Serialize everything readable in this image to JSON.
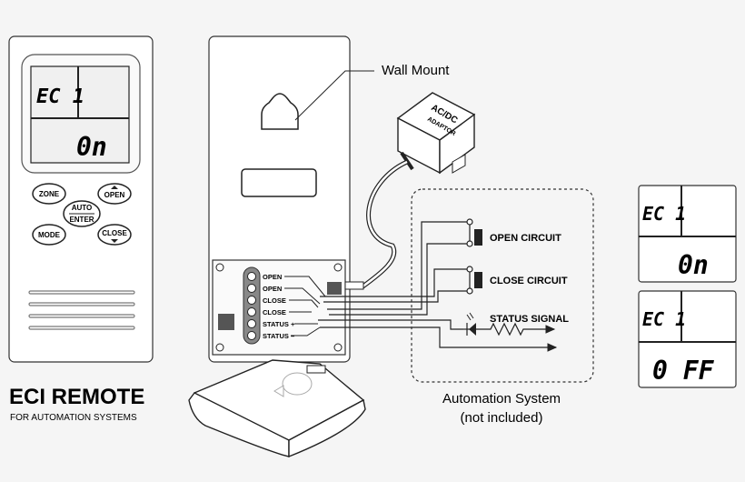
{
  "remote": {
    "display_top": "EC 1",
    "display_bottom": "0n",
    "buttons": {
      "zone": "ZONE",
      "open": "OPEN",
      "auto_line1": "AUTO",
      "auto_line2": "ENTER",
      "mode": "MODE",
      "close": "CLOSE"
    }
  },
  "caption": {
    "title": "ECI REMOTE",
    "subtitle": "FOR AUTOMATION SYSTEMS"
  },
  "wall_mount_label": "Wall Mount",
  "adaptor": {
    "line1": "AC/DC",
    "line2": "ADAPTOR"
  },
  "terminals": [
    "OPEN",
    "OPEN",
    "CLOSE",
    "CLOSE",
    "STATUS +",
    "STATUS –"
  ],
  "automation": {
    "open_circuit": "OPEN CIRCUIT",
    "close_circuit": "CLOSE CIRCUIT",
    "status_signal": "STATUS SIGNAL",
    "label_line1": "Automation System",
    "label_line2": "(not included)"
  },
  "display_on": {
    "top": "EC 1",
    "bottom": "0n"
  },
  "display_off": {
    "top": "EC 1",
    "bottom": "0 FF"
  }
}
